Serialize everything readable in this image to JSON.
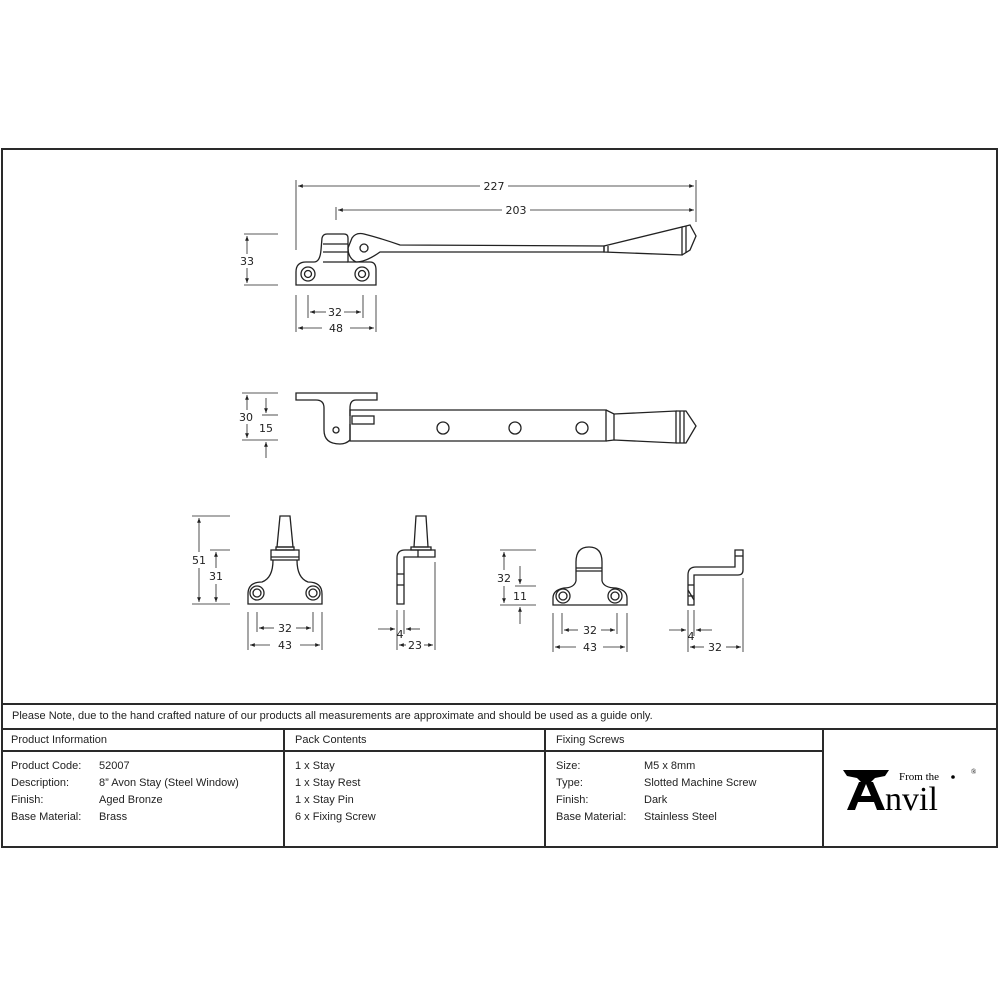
{
  "drawing": {
    "top_view": {
      "dims": {
        "overall_length": "227",
        "arm_length": "203",
        "height": "33",
        "hole_spacing": "32",
        "base_width": "48"
      }
    },
    "side_view": {
      "dims": {
        "overall_height": "30",
        "arm_height": "15"
      }
    },
    "stay_pin_front": {
      "dims": {
        "overall_height": "51",
        "base_height": "31",
        "hole_spacing": "32",
        "base_width": "43"
      }
    },
    "stay_pin_side": {
      "dims": {
        "thickness": "4",
        "depth": "23"
      }
    },
    "stay_rest_front": {
      "dims": {
        "overall_height": "32",
        "base_height": "11",
        "hole_spacing": "32",
        "base_width": "43"
      }
    },
    "stay_rest_side": {
      "dims": {
        "thickness": "4",
        "depth": "32"
      }
    }
  },
  "note": "Please Note, due to the hand crafted nature of our products all measurements are approximate and should be used as a guide only.",
  "product_information": {
    "heading": "Product Information",
    "rows": [
      {
        "label": "Product Code:",
        "value": "52007"
      },
      {
        "label": "Description:",
        "value": "8” Avon Stay (Steel Window)"
      },
      {
        "label": "Finish:",
        "value": "Aged Bronze"
      },
      {
        "label": "Base Material:",
        "value": "Brass"
      }
    ]
  },
  "pack_contents": {
    "heading": "Pack Contents",
    "items": [
      "1 x Stay",
      "1 x Stay Rest",
      "1 x Stay Pin",
      "6 x Fixing Screw"
    ]
  },
  "fixing_screws": {
    "heading": "Fixing Screws",
    "rows": [
      {
        "label": "Size:",
        "value": "M5 x 8mm"
      },
      {
        "label": "Type:",
        "value": "Slotted Machine Screw"
      },
      {
        "label": "Finish:",
        "value": "Dark"
      },
      {
        "label": "Base Material:",
        "value": "Stainless Steel"
      }
    ]
  },
  "logo": {
    "tagline": "From the",
    "brand": "Anvil",
    "registered": "®"
  }
}
